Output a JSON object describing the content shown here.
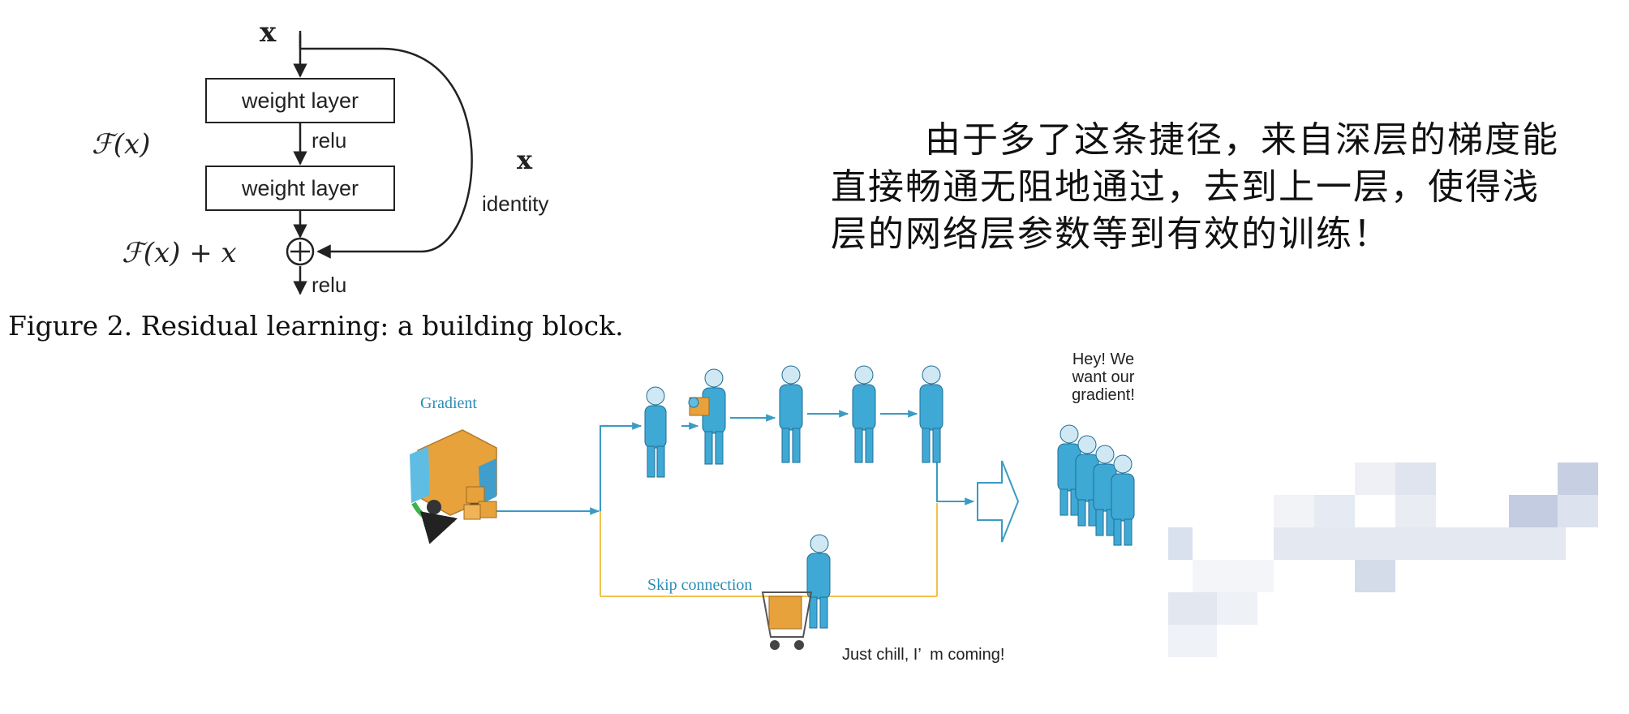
{
  "block_diagram": {
    "input_label": "x",
    "layer1_label": "weight layer",
    "relu1_label": "relu",
    "layer2_label": "weight layer",
    "relu2_label": "relu",
    "fx_label": "ℱ(x)",
    "sum_label": "ℱ(x) + x",
    "identity_x": "x",
    "identity_label": "identity",
    "caption": "Figure 2. Residual learning: a building block."
  },
  "explanation": {
    "line1": "由于多了这条捷径，来自深层的梯度能",
    "line2": "直接畅通无阻地通过，去到上一层，使得浅",
    "line3": "层的网络层参数等到有效的训练！"
  },
  "illustration": {
    "gradient_label": "Gradient",
    "skip_label": "Skip connection",
    "bubble_line1": "Hey! We",
    "bubble_line2": "want our",
    "bubble_line3": "gradient!",
    "chill_text": "Just chill, I’  m coming!"
  },
  "colors": {
    "arrow_blue": "#3a9bc4",
    "skip_yellow": "#f2c14e",
    "person_blue": "#3fa9d6",
    "truck_orange": "#e8a23c"
  }
}
